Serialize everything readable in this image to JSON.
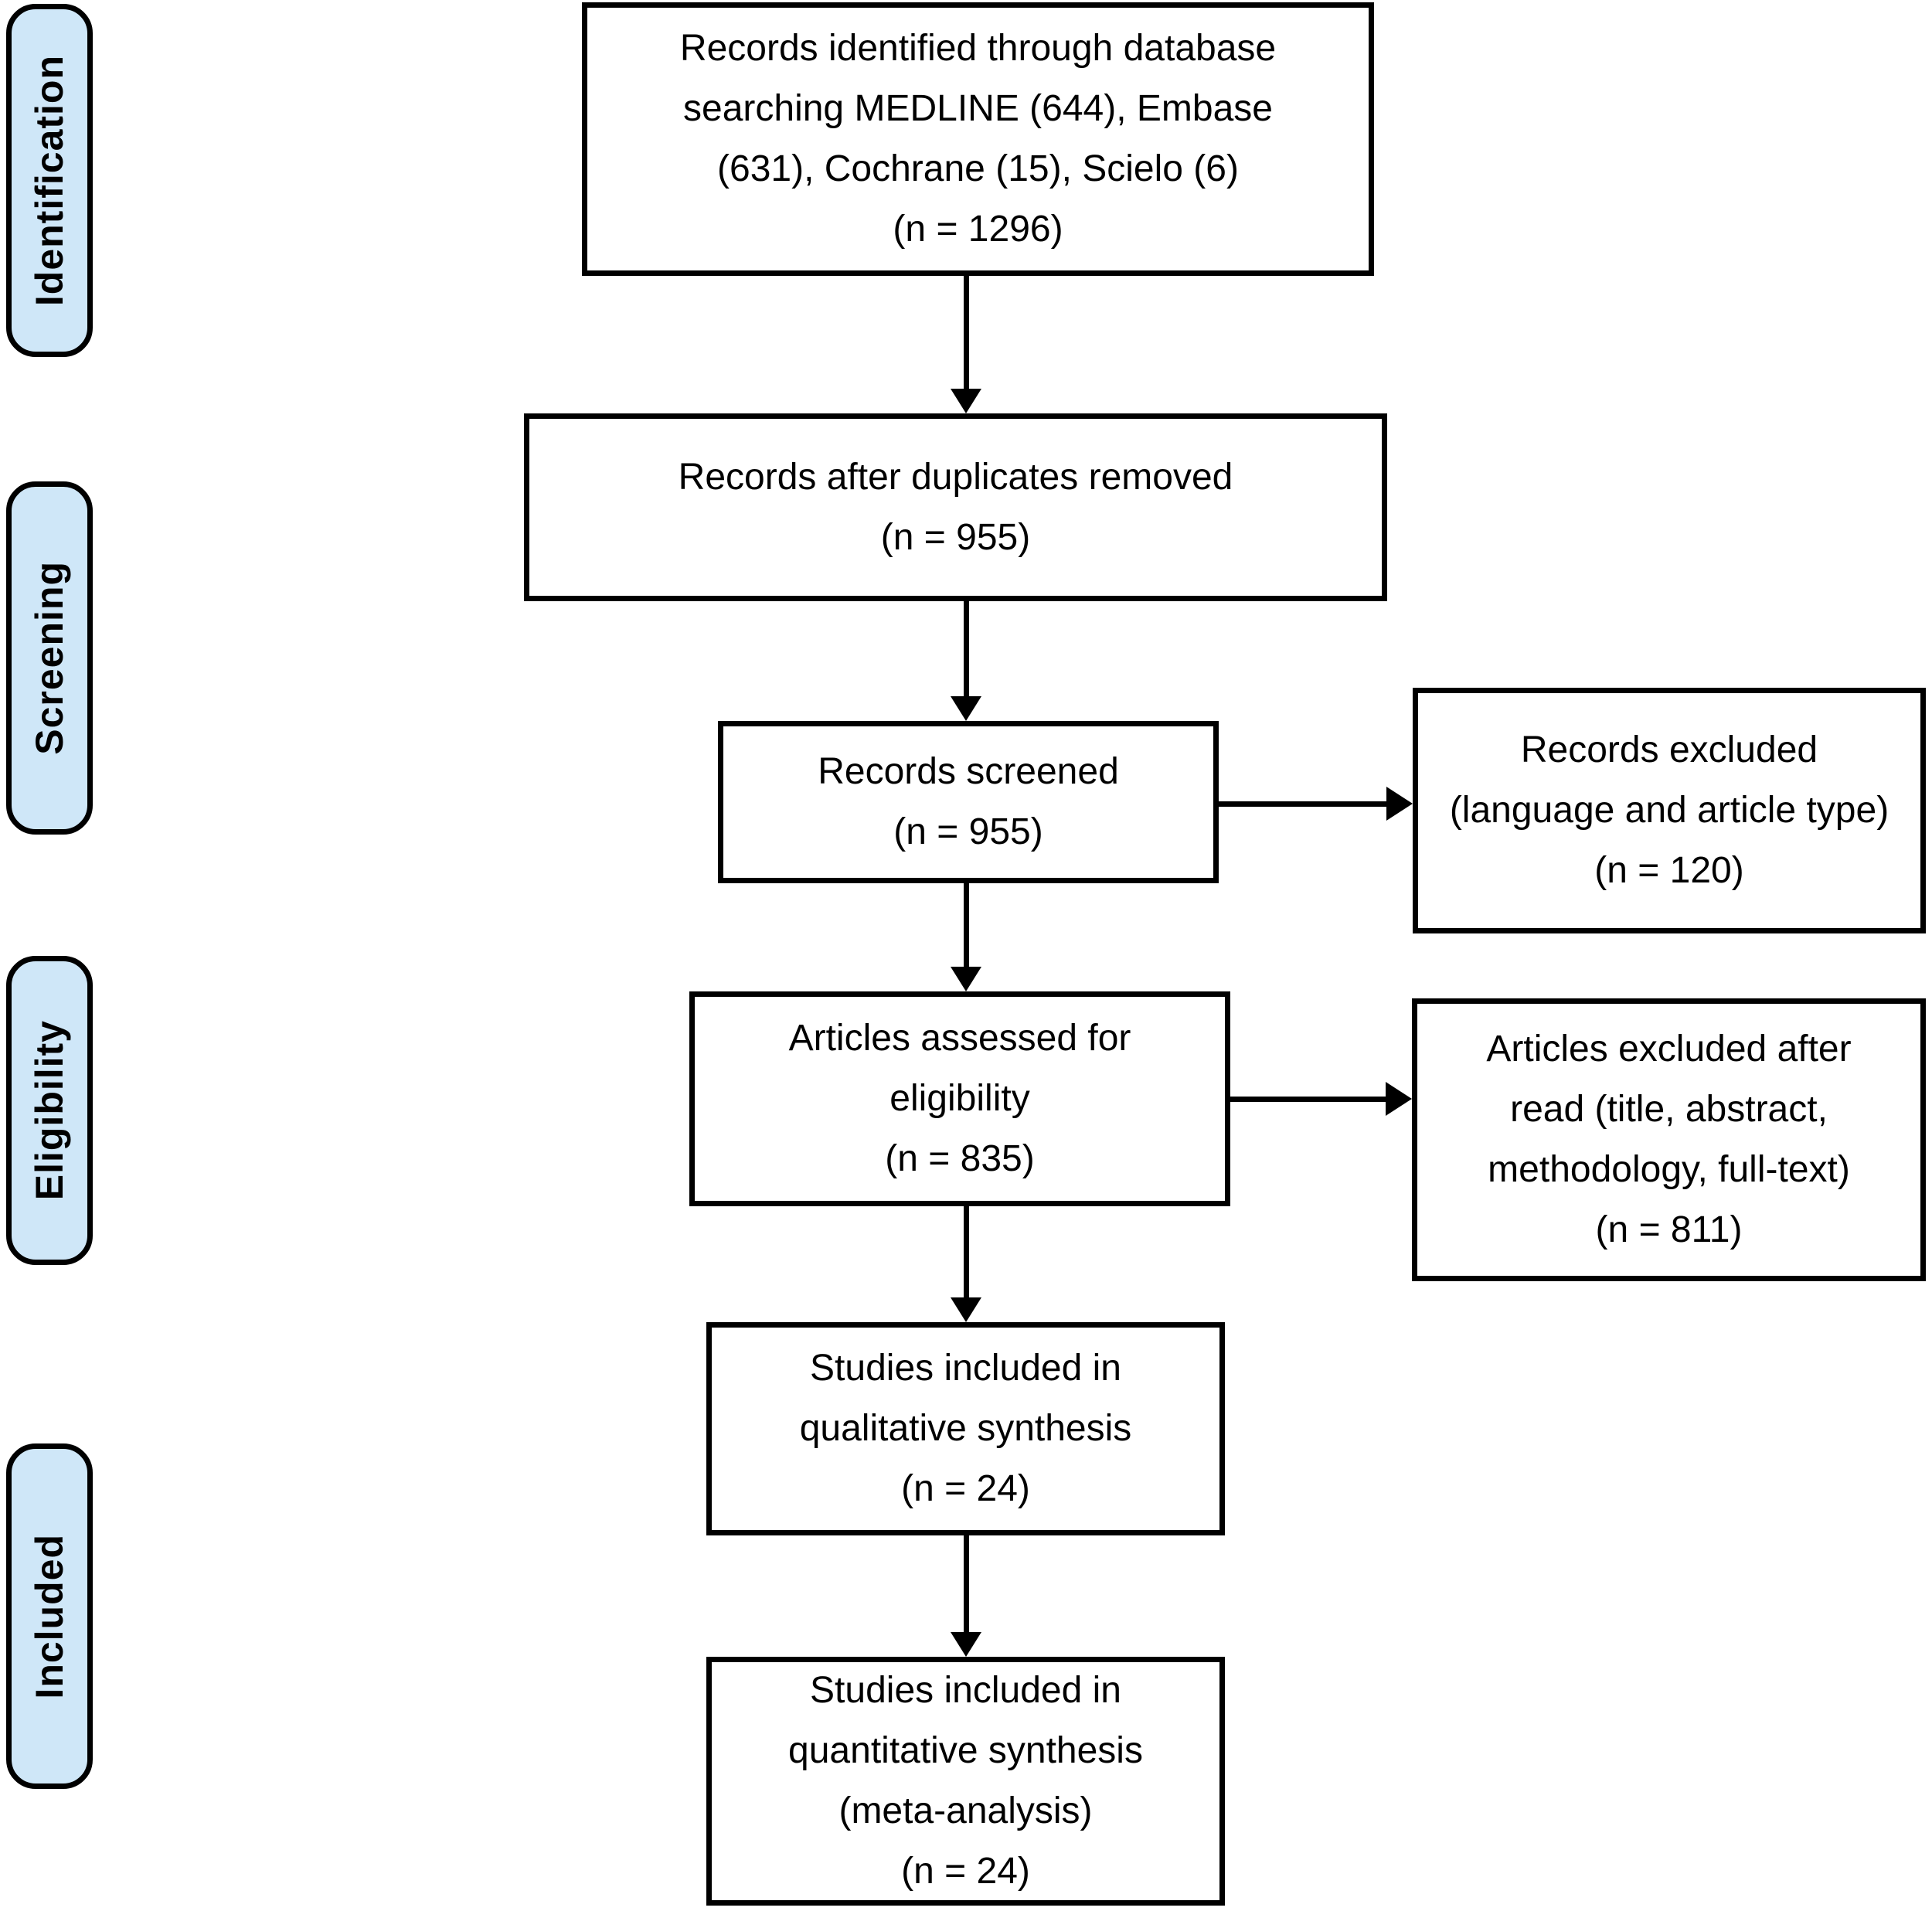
{
  "stages": [
    {
      "label": "Identification"
    },
    {
      "label": "Screening"
    },
    {
      "label": "Eligibility"
    },
    {
      "label": "Included"
    }
  ],
  "boxes": {
    "identified": {
      "text": "Records identified through database\nsearching MEDLINE (644), Embase\n(631), Cochrane (15), Scielo (6)\n(n = 1296)",
      "n": 1296,
      "sources": {
        "MEDLINE": 644,
        "Embase": 631,
        "Cochrane": 15,
        "Scielo": 6
      }
    },
    "duplicates_removed": {
      "text": "Records after duplicates removed\n(n = 955)",
      "n": 955
    },
    "screened": {
      "text": "Records screened\n(n = 955)",
      "n": 955
    },
    "excluded_screening": {
      "text": "Records excluded\n(language and article type)\n(n = 120)",
      "n": 120
    },
    "assessed": {
      "text": "Articles assessed for\neligibility\n(n = 835)",
      "n": 835
    },
    "excluded_eligibility": {
      "text": "Articles excluded after\nread (title, abstract,\nmethodology, full-text)\n(n = 811)",
      "n": 811
    },
    "qualitative": {
      "text": "Studies included in\nqualitative synthesis\n(n = 24)",
      "n": 24
    },
    "quantitative": {
      "text": "Studies included in\nquantitative synthesis\n(meta-analysis)\n(n = 24)",
      "n": 24
    }
  },
  "colors": {
    "stage_fill": "#CFE7F8",
    "line": "#000000",
    "background": "#FFFFFF"
  }
}
